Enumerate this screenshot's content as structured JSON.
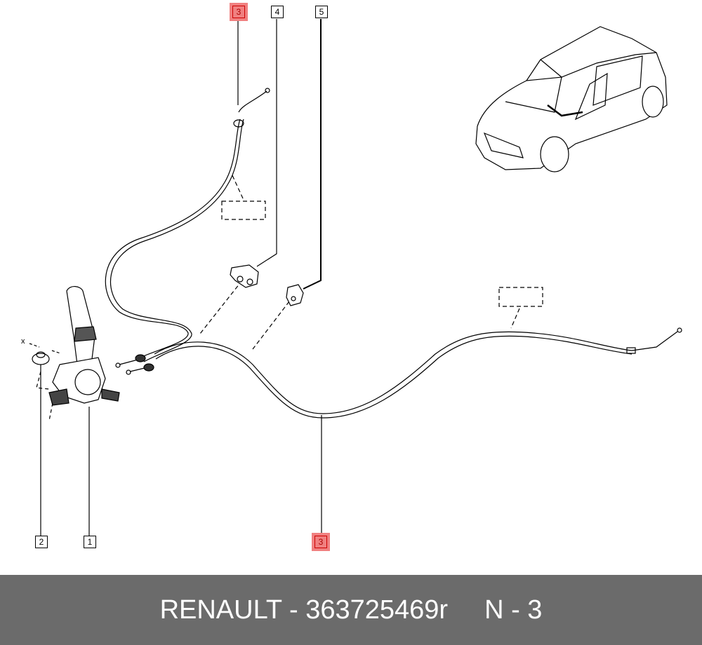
{
  "diagram": {
    "callouts": {
      "top_3": "3",
      "label_4": "4",
      "label_5": "5",
      "label_2": "2",
      "label_1": "1",
      "bottom_3": "3"
    },
    "x_marker": "x",
    "highlight_color": "#f08080"
  },
  "footer": {
    "brand_part": "RENAULT - 363725469r",
    "page": "N - 3"
  }
}
